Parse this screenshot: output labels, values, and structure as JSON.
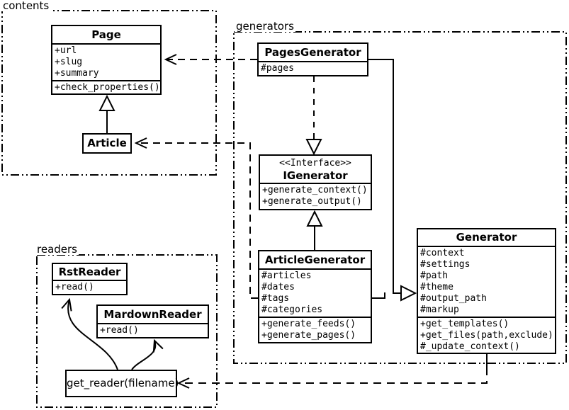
{
  "diagram": {
    "packages": {
      "contents": "contents",
      "generators": "generators",
      "readers": "readers"
    },
    "classes": {
      "page": {
        "title": "Page",
        "attrs": [
          "+url",
          "+slug",
          "+summary"
        ],
        "methods": [
          "+check_properties()"
        ]
      },
      "article": {
        "title": "Article"
      },
      "pages_generator": {
        "title": "PagesGenerator",
        "attrs": [
          "#pages"
        ]
      },
      "igenerator": {
        "stereotype": "<<Interface>>",
        "title": "IGenerator",
        "methods": [
          "+generate_context()",
          "+generate_output()"
        ]
      },
      "article_generator": {
        "title": "ArticleGenerator",
        "attrs": [
          "#articles",
          "#dates",
          "#tags",
          "#categories"
        ],
        "methods": [
          "+generate_feeds()",
          "+generate_pages()"
        ]
      },
      "generator": {
        "title": "Generator",
        "attrs": [
          "#context",
          "#settings",
          "#path",
          "#theme",
          "#output_path",
          "#markup"
        ],
        "methods": [
          "+get_templates()",
          "+get_files(path,exclude)",
          "#_update_context()"
        ]
      },
      "rst_reader": {
        "title": "RstReader",
        "methods": [
          "+read()"
        ]
      },
      "mardown_reader": {
        "title": "MardownReader",
        "methods": [
          "+read()"
        ]
      },
      "get_reader": {
        "label": "get_reader(filename)"
      }
    },
    "colors": {
      "line": "#000000",
      "background": "#ffffff"
    }
  }
}
